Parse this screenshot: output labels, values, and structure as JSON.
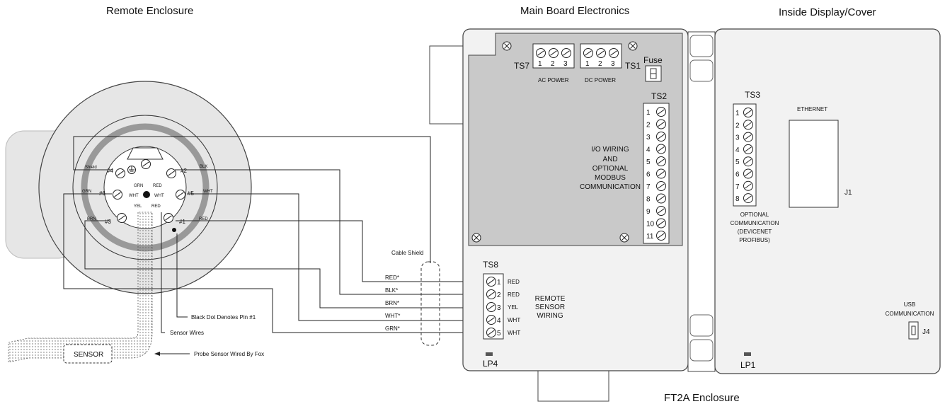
{
  "headers": {
    "remote_enclosure": "Remote Enclosure",
    "main_board": "Main Board Electronics",
    "inside_display": "Inside Display/Cover",
    "ft2a": "FT2A Enclosure"
  },
  "remote": {
    "pins": [
      {
        "label": "#4",
        "wire": "Shield"
      },
      {
        "label": "#2",
        "wire": "BLK"
      },
      {
        "label": "#6",
        "wire": "GRN"
      },
      {
        "label": "#5",
        "wire": "WHT"
      },
      {
        "label": "#3",
        "wire": "BRN"
      },
      {
        "label": "#1",
        "wire": "RED"
      }
    ],
    "inner_labels": {
      "grn": "GRN",
      "red": "RED",
      "wht_left": "WHT",
      "wht_right": "WHT",
      "yel": "YEL",
      "red2": "RED"
    },
    "annotations": {
      "cable_shield": "Cable Shield",
      "black_dot": "Black Dot Denotes Pin #1",
      "sensor_wires": "Sensor Wires",
      "probe": "Probe Sensor Wired By Fox",
      "sensor": "SENSOR"
    }
  },
  "main_board": {
    "ts7": {
      "label": "TS7",
      "numbers": [
        "1",
        "2",
        "3"
      ],
      "caption": "AC POWER"
    },
    "ts1": {
      "label": "TS1",
      "numbers": [
        "1",
        "2",
        "3"
      ],
      "caption": "DC POWER"
    },
    "fuse": "Fuse",
    "ts2": {
      "label": "TS2",
      "numbers": [
        "1",
        "2",
        "3",
        "4",
        "5",
        "6",
        "7",
        "8",
        "9",
        "10",
        "11"
      ]
    },
    "io_text": [
      "I/O WIRING",
      "AND",
      "OPTIONAL",
      "MODBUS",
      "COMMUNICATION"
    ],
    "ts8": {
      "label": "TS8",
      "rows": [
        {
          "in": "RED*",
          "num": "1",
          "out": "RED"
        },
        {
          "in": "BLK*",
          "num": "2",
          "out": "RED"
        },
        {
          "in": "BRN*",
          "num": "3",
          "out": "YEL"
        },
        {
          "in": "WHT*",
          "num": "4",
          "out": "WHT"
        },
        {
          "in": "GRN*",
          "num": "5",
          "out": "WHT"
        }
      ]
    },
    "remote_text": [
      "REMOTE",
      "SENSOR",
      "WIRING"
    ],
    "lp4": "LP4"
  },
  "display": {
    "ts3": {
      "label": "TS3",
      "numbers": [
        "1",
        "2",
        "3",
        "4",
        "5",
        "6",
        "7",
        "8"
      ]
    },
    "ethernet": "ETHERNET",
    "j1": "J1",
    "optional_comm": [
      "OPTIONAL",
      "COMMUNICATION",
      "(DEVICENET",
      "PROFIBUS)"
    ],
    "usb": [
      "USB",
      "COMMUNICATION"
    ],
    "j4": "J4",
    "lp1": "LP1"
  }
}
